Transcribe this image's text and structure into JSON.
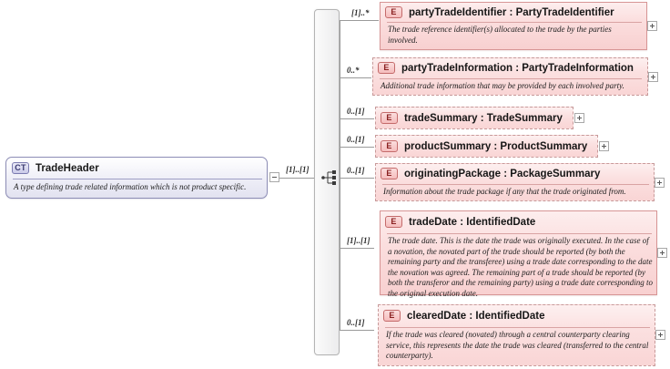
{
  "diagram": {
    "kind": "xsd-schema-diagram",
    "root": {
      "badge": "CT",
      "name": "TradeHeader",
      "description": "A type defining trade related information which is not product specific.",
      "collapse_icon": "minus-box-icon",
      "connector_multiplicity": "[1]..[1]"
    },
    "compositor": {
      "type": "sequence",
      "icon": "sequence-icon"
    },
    "elements": [
      {
        "badge": "E",
        "name": "partyTradeIdentifier",
        "type": "PartyTradeIdentifier",
        "title": "partyTradeIdentifier : PartyTradeIdentifier",
        "multiplicity": "[1]..*",
        "required": true,
        "description": "The trade reference identifier(s) allocated to the trade by the parties involved.",
        "expand_icon": "plus-box-icon"
      },
      {
        "badge": "E",
        "name": "partyTradeInformation",
        "type": "PartyTradeInformation",
        "title": "partyTradeInformation : PartyTradeInformation",
        "multiplicity": "0..*",
        "required": false,
        "description": "Additional trade information that may be provided by each involved party.",
        "expand_icon": "plus-box-icon"
      },
      {
        "badge": "E",
        "name": "tradeSummary",
        "type": "TradeSummary",
        "title": "tradeSummary : TradeSummary",
        "multiplicity": "0..[1]",
        "required": false,
        "description": "",
        "expand_icon": "plus-box-icon"
      },
      {
        "badge": "E",
        "name": "productSummary",
        "type": "ProductSummary",
        "title": "productSummary : ProductSummary",
        "multiplicity": "0..[1]",
        "required": false,
        "description": "",
        "expand_icon": "plus-box-icon"
      },
      {
        "badge": "E",
        "name": "originatingPackage",
        "type": "PackageSummary",
        "title": "originatingPackage : PackageSummary",
        "multiplicity": "0..[1]",
        "required": false,
        "description": "Information about the trade package if any that the trade originated from.",
        "expand_icon": "plus-box-icon"
      },
      {
        "badge": "E",
        "name": "tradeDate",
        "type": "IdentifiedDate",
        "title": "tradeDate : IdentifiedDate",
        "multiplicity": "[1]..[1]",
        "required": true,
        "description": "The trade date. This is the date the trade was originally executed. In the case of a novation, the novated part of the trade should be reported (by both the remaining party and the transferee) using a trade date corresponding to the date the novation was agreed. The remaining part of a trade should be reported (by both the transferor and the remaining party) using a trade date corresponding to the original execution date.",
        "expand_icon": "plus-box-icon"
      },
      {
        "badge": "E",
        "name": "clearedDate",
        "type": "IdentifiedDate",
        "title": "clearedDate : IdentifiedDate",
        "multiplicity": "0..[1]",
        "required": false,
        "description": "If the trade was cleared (novated) through a central counterparty clearing service, this represents the date the trade was cleared (transferred to the central counterparty).",
        "expand_icon": "plus-box-icon"
      }
    ],
    "colors": {
      "element_fill": "#fbdede",
      "element_border_required": "#d79595",
      "element_border_optional": "#c79a9a",
      "element_badge": "#f5bcbc",
      "complextype_fill": "#e2e2f0",
      "complextype_border": "#8d8db5",
      "connector_line": "#9a9a9a",
      "compositor_fill": "#ececed"
    }
  }
}
